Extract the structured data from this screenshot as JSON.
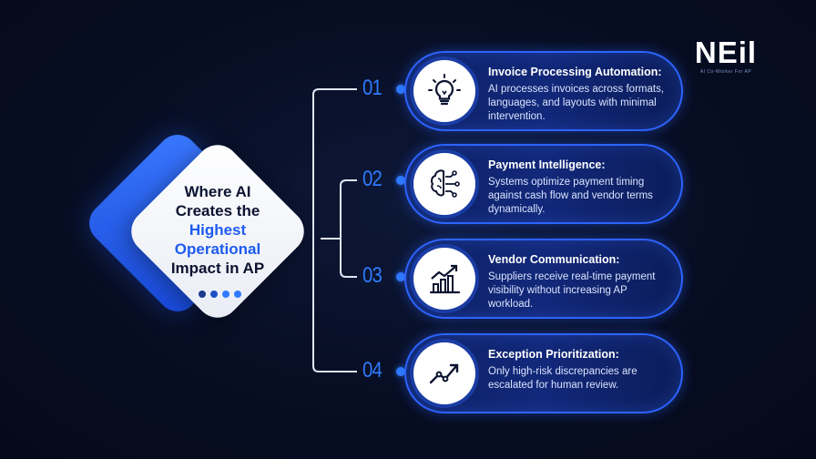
{
  "logo": {
    "word": "NEil",
    "tagline": "AI Co-Worker For AP"
  },
  "center": {
    "line1": "Where AI",
    "line2": "Creates the",
    "line3": "Highest",
    "line4": "Operational",
    "line5": "Impact in AP"
  },
  "colors": {
    "accent": "#2f7bff",
    "highlight": "#1e5bf0",
    "card_border": "#2d63ff",
    "dot_colors": [
      "#1c3a8a",
      "#1e4fc4",
      "#2f7bff",
      "#2f7bff"
    ]
  },
  "items": [
    {
      "number": "01",
      "title": "Invoice Processing Automation:",
      "desc": "AI processes invoices across formats, languages, and layouts with minimal intervention.",
      "icon": "lightbulb-icon"
    },
    {
      "number": "02",
      "title": "Payment Intelligence:",
      "desc": "Systems optimize payment timing against cash flow and vendor terms dynamically.",
      "icon": "brain-circuit-icon"
    },
    {
      "number": "03",
      "title": "Vendor Communication:",
      "desc": "Suppliers receive real-time payment visibility without increasing AP workload.",
      "icon": "bar-chart-icon"
    },
    {
      "number": "04",
      "title": "Exception Prioritization:",
      "desc": "Only high-risk discrepancies are escalated for human review.",
      "icon": "trend-line-icon"
    }
  ]
}
